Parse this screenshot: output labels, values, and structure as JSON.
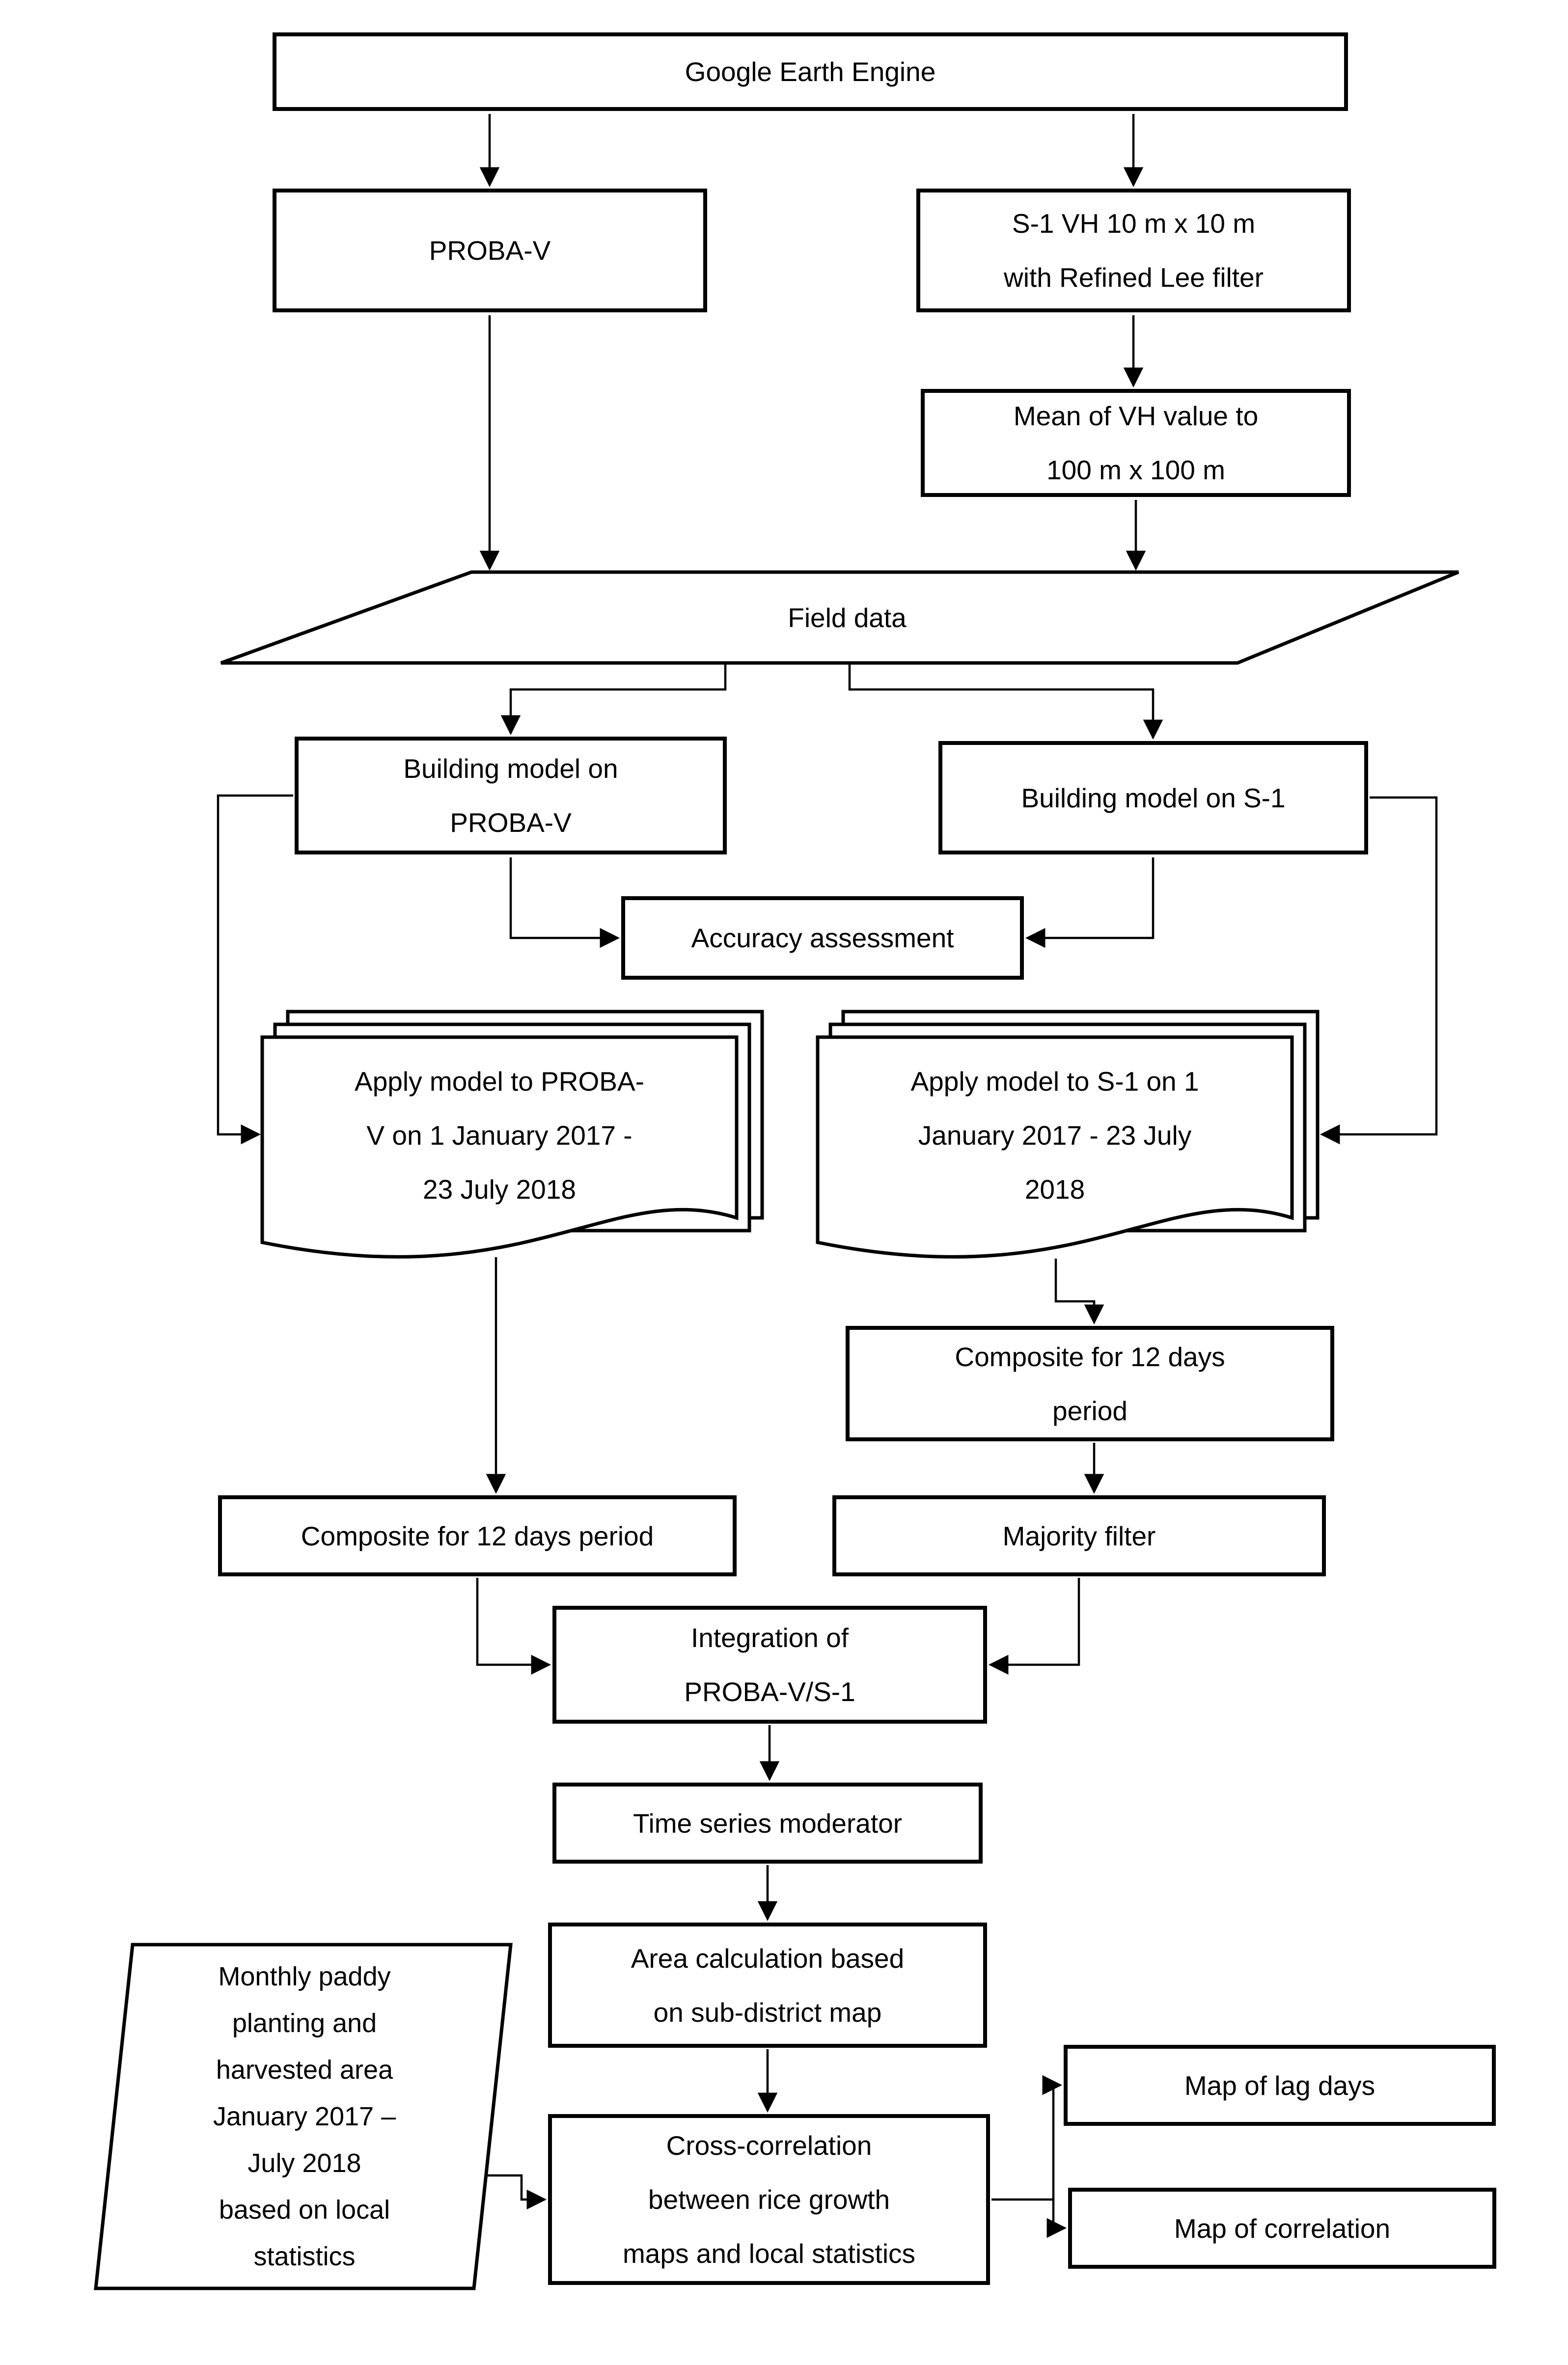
{
  "diagram": {
    "type": "flowchart",
    "colors": {
      "background": "#ffffff",
      "stroke": "#000000",
      "text": "#000000"
    },
    "nodes": {
      "google_earth_engine": {
        "label": "Google Earth Engine",
        "shape": "process"
      },
      "proba_v": {
        "label": "PROBA-V",
        "shape": "process"
      },
      "s1_vh": {
        "label": "S-1 VH 10 m x 10 m\nwith Refined Lee filter",
        "shape": "process"
      },
      "mean_vh": {
        "label": "Mean of VH value to\n100 m x 100 m",
        "shape": "process"
      },
      "field_data": {
        "label": "Field data",
        "shape": "data-parallelogram"
      },
      "building_model_proba_v": {
        "label": "Building model on\nPROBA-V",
        "shape": "process"
      },
      "building_model_s1": {
        "label": "Building model on S-1",
        "shape": "process"
      },
      "accuracy_assessment": {
        "label": "Accuracy assessment",
        "shape": "process"
      },
      "apply_model_proba_v": {
        "label": "Apply model to PROBA-\nV on 1 January 2017 -\n23 July 2018",
        "shape": "multi-document"
      },
      "apply_model_s1": {
        "label": "Apply model to S-1 on 1\nJanuary 2017 - 23 July\n2018",
        "shape": "multi-document"
      },
      "composite_s1": {
        "label": "Composite for 12 days\nperiod",
        "shape": "process"
      },
      "composite_proba_v": {
        "label": "Composite for 12 days period",
        "shape": "process"
      },
      "majority_filter": {
        "label": "Majority filter",
        "shape": "process"
      },
      "integration": {
        "label": "Integration of\nPROBA-V/S-1",
        "shape": "process"
      },
      "time_series_moderator": {
        "label": "Time series moderator",
        "shape": "process"
      },
      "area_calculation": {
        "label": "Area calculation based\non sub-district map",
        "shape": "process"
      },
      "local_statistics": {
        "label": "Monthly paddy\nplanting and\nharvested area\nJanuary 2017 –\nJuly 2018\nbased on local\nstatistics",
        "shape": "data-parallelogram"
      },
      "cross_correlation": {
        "label": "Cross-correlation\nbetween rice growth\nmaps and local statistics",
        "shape": "process"
      },
      "map_lag_days": {
        "label": "Map of lag days",
        "shape": "process"
      },
      "map_correlation": {
        "label": "Map of correlation",
        "shape": "process"
      }
    },
    "edges": [
      {
        "from": "google_earth_engine",
        "to": "proba_v"
      },
      {
        "from": "google_earth_engine",
        "to": "s1_vh"
      },
      {
        "from": "s1_vh",
        "to": "mean_vh"
      },
      {
        "from": "proba_v",
        "to": "field_data"
      },
      {
        "from": "mean_vh",
        "to": "field_data"
      },
      {
        "from": "field_data",
        "to": "building_model_proba_v"
      },
      {
        "from": "field_data",
        "to": "building_model_s1"
      },
      {
        "from": "building_model_proba_v",
        "to": "accuracy_assessment"
      },
      {
        "from": "building_model_s1",
        "to": "accuracy_assessment"
      },
      {
        "from": "building_model_proba_v",
        "to": "apply_model_proba_v"
      },
      {
        "from": "building_model_s1",
        "to": "apply_model_s1"
      },
      {
        "from": "apply_model_proba_v",
        "to": "composite_proba_v"
      },
      {
        "from": "apply_model_s1",
        "to": "composite_s1"
      },
      {
        "from": "composite_s1",
        "to": "majority_filter"
      },
      {
        "from": "composite_proba_v",
        "to": "integration"
      },
      {
        "from": "majority_filter",
        "to": "integration"
      },
      {
        "from": "integration",
        "to": "time_series_moderator"
      },
      {
        "from": "time_series_moderator",
        "to": "area_calculation"
      },
      {
        "from": "area_calculation",
        "to": "cross_correlation"
      },
      {
        "from": "local_statistics",
        "to": "cross_correlation"
      },
      {
        "from": "cross_correlation",
        "to": "map_lag_days"
      },
      {
        "from": "cross_correlation",
        "to": "map_correlation"
      }
    ]
  }
}
